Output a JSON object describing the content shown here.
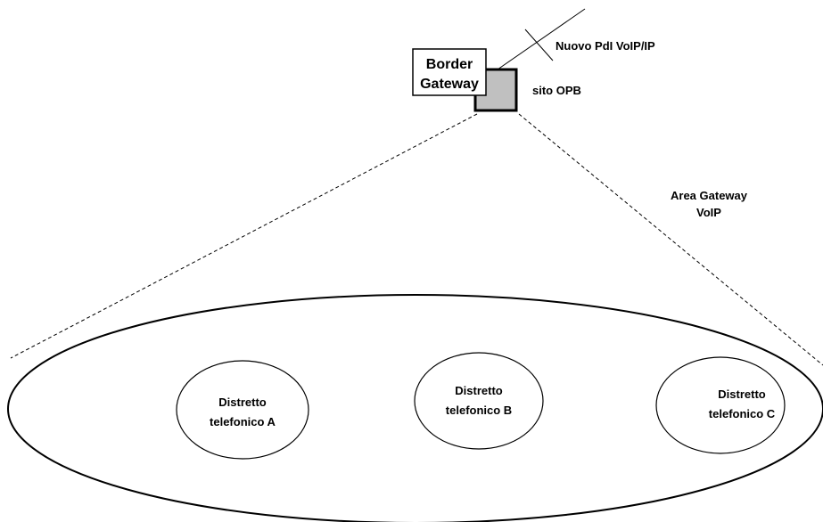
{
  "colors": {
    "line": "#000000",
    "gateway_fill": "#c0c0c0",
    "background": "#ffffff"
  },
  "border_gateway": {
    "line1": "Border",
    "line2": "Gateway"
  },
  "pdi_label": "Nuovo PdI VoIP/IP",
  "site_label": "sito OPB",
  "area_label": {
    "line1": "Area Gateway",
    "line2": "VoIP"
  },
  "districts": [
    {
      "line1": "Distretto",
      "line2": "telefonico A"
    },
    {
      "line1": "Distretto",
      "line2": "telefonico B"
    },
    {
      "line1": "Distretto",
      "line2": "telefonico C"
    }
  ]
}
